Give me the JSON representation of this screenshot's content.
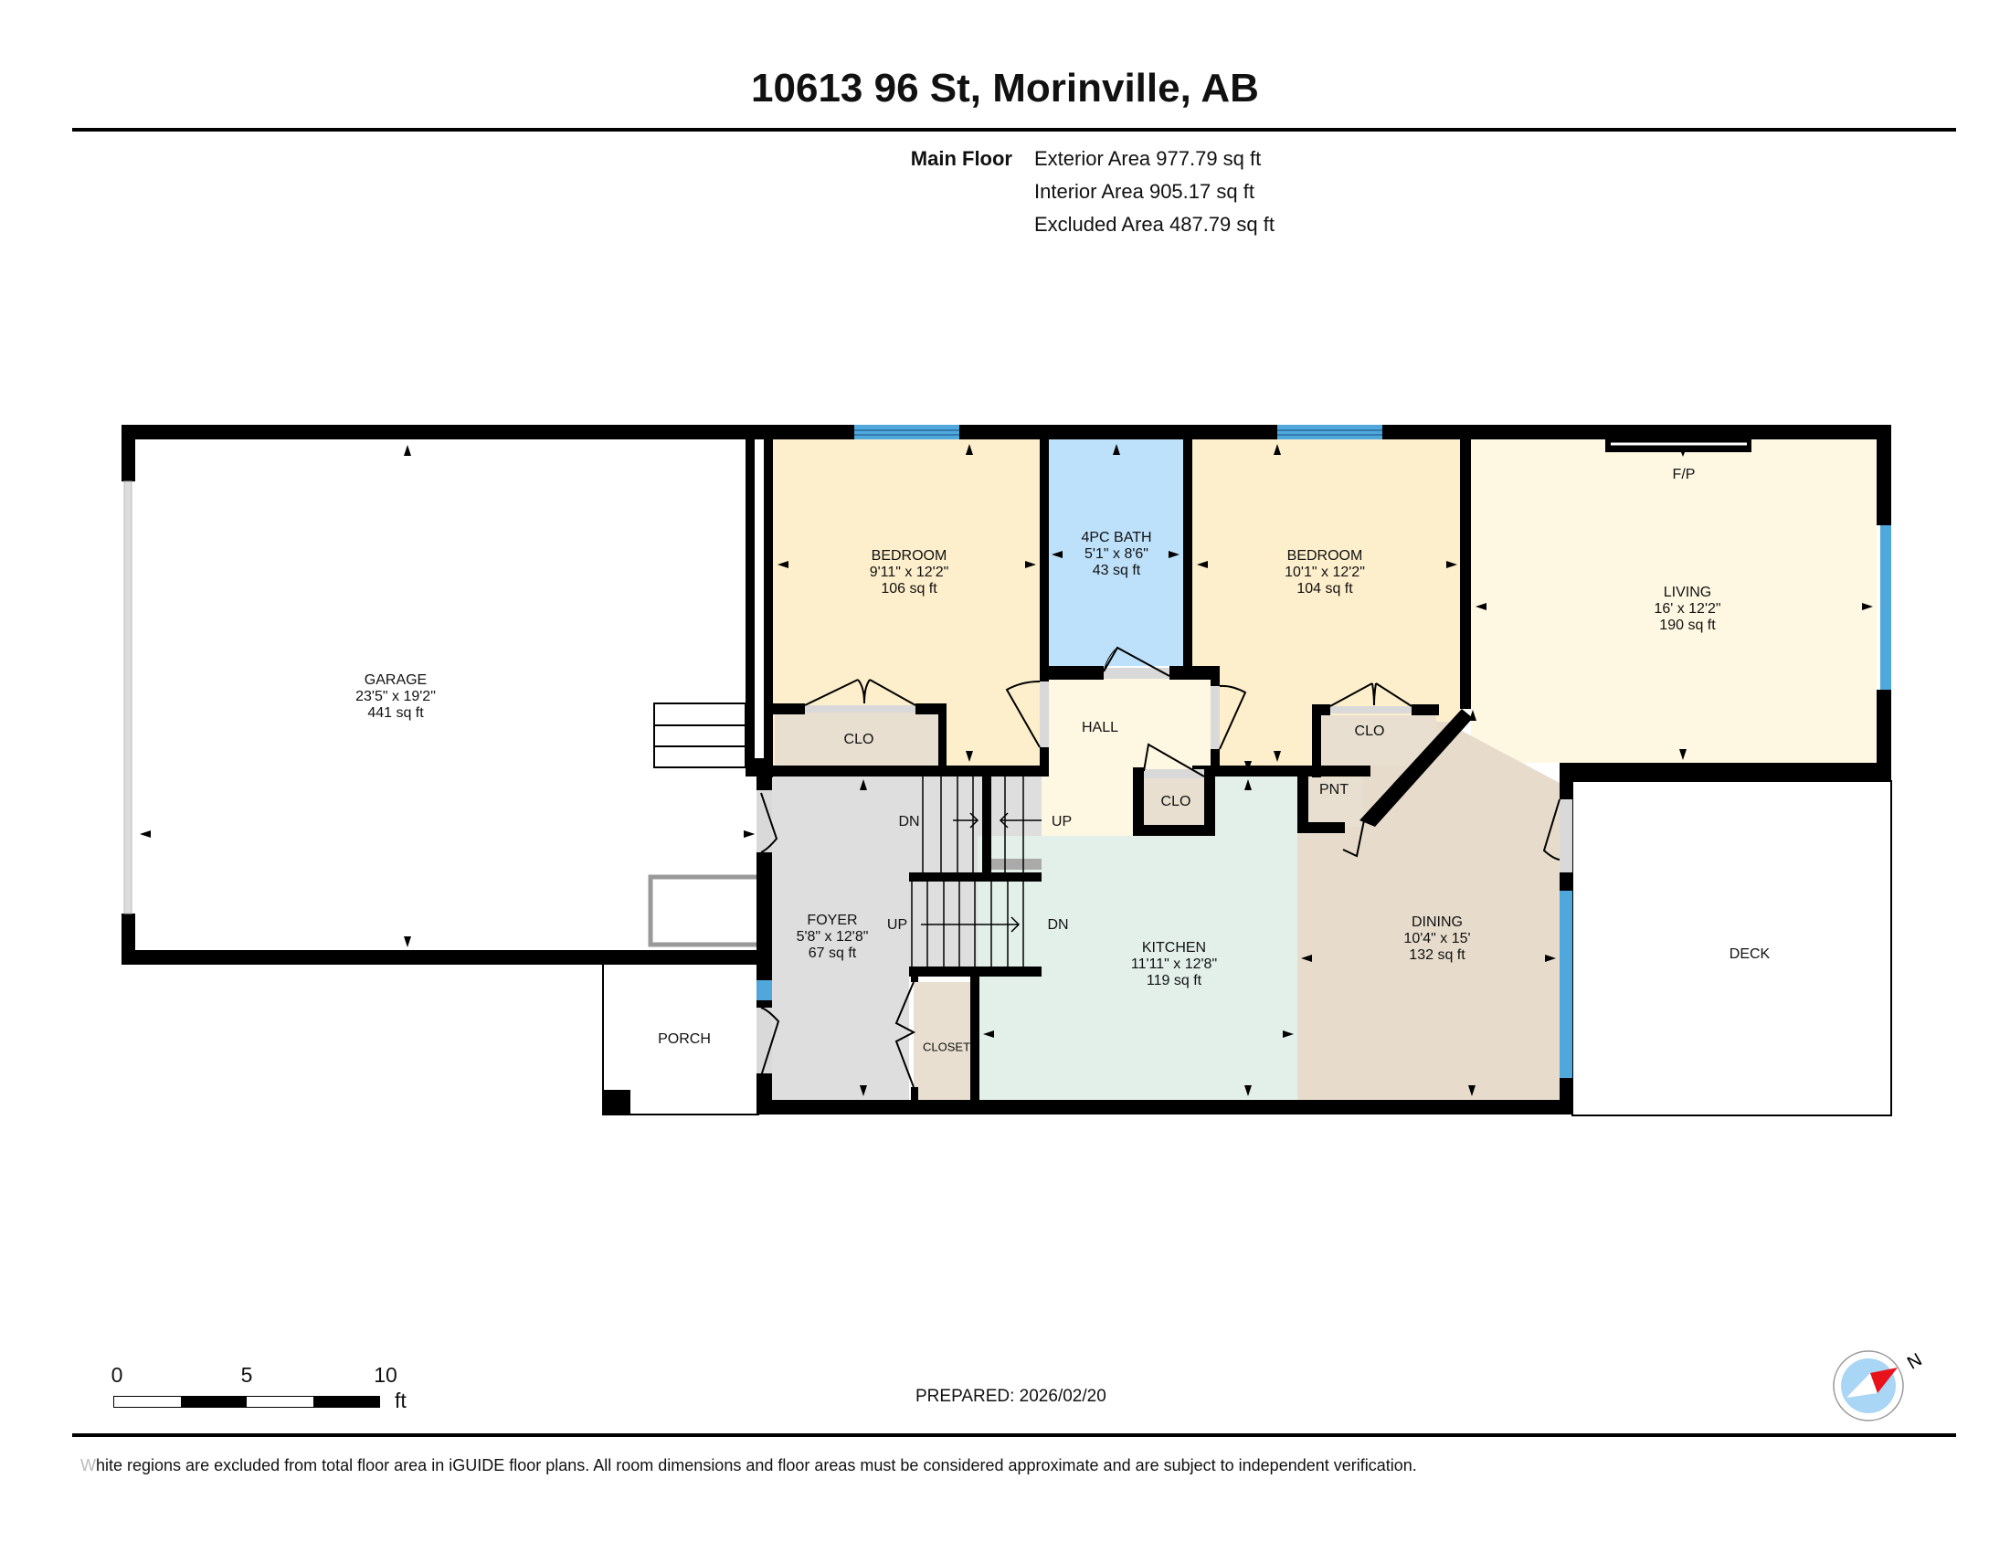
{
  "header": {
    "title": "10613 96 St, Morinville, AB"
  },
  "summary": {
    "floor_name": "Main Floor",
    "lines": [
      "Exterior Area 977.79 sq ft",
      "Interior Area 905.17 sq ft",
      "Excluded Area 487.79 sq ft"
    ]
  },
  "colors": {
    "wall": "#000000",
    "bedroom": "#fdefcb",
    "bath": "#bde1fa",
    "hall": "#fef7e1",
    "living": "#fef8e3",
    "closet": "#e8dfd0",
    "foyer": "#dedede",
    "kitchen": "#e3f0ea",
    "dining": "#e7dccc",
    "window": "#4fa7dc",
    "door_sill": "#d9d9d9",
    "excluded": "#ffffff"
  },
  "rooms": {
    "garage": {
      "name": "GARAGE",
      "dims": "23'5\" x 19'2\"",
      "area": "441 sq ft"
    },
    "bedroom1": {
      "name": "BEDROOM",
      "dims": "9'11\" x 12'2\"",
      "area": "106 sq ft"
    },
    "bath": {
      "name": "4PC BATH",
      "dims": "5'1\" x 8'6\"",
      "area": "43 sq ft"
    },
    "bedroom2": {
      "name": "BEDROOM",
      "dims": "10'1\" x 12'2\"",
      "area": "104 sq ft"
    },
    "living": {
      "name": "LIVING",
      "dims": "16' x 12'2\"",
      "area": "190 sq ft"
    },
    "foyer": {
      "name": "FOYER",
      "dims": "5'8\" x 12'8\"",
      "area": "67 sq ft"
    },
    "kitchen": {
      "name": "KITCHEN",
      "dims": "11'11\" x 12'8\"",
      "area": "119 sq ft"
    },
    "dining": {
      "name": "DINING",
      "dims": "10'4\" x 15'",
      "area": "132 sq ft"
    }
  },
  "labels": {
    "clo1": "CLO",
    "clo2": "CLO",
    "clo3": "CLO",
    "hall": "HALL",
    "pnt": "PNT",
    "closet": "CLOSET",
    "porch": "PORCH",
    "deck": "DECK",
    "fp": "F/P",
    "stair_dn_upper": "DN",
    "stair_up_upper": "UP",
    "stair_up_lower": "UP",
    "stair_dn_lower": "DN"
  },
  "scale_bar": {
    "ticks": [
      "0",
      "5",
      "10"
    ],
    "unit": "ft"
  },
  "prepared": "PREPARED: 2026/02/20",
  "compass": {
    "north_label": "N"
  },
  "footer": {
    "first_letter": "W",
    "note_rest": "hite regions are excluded from total floor area in iGUIDE floor plans. All room dimensions and floor areas must be considered approximate and are subject to independent verification."
  }
}
